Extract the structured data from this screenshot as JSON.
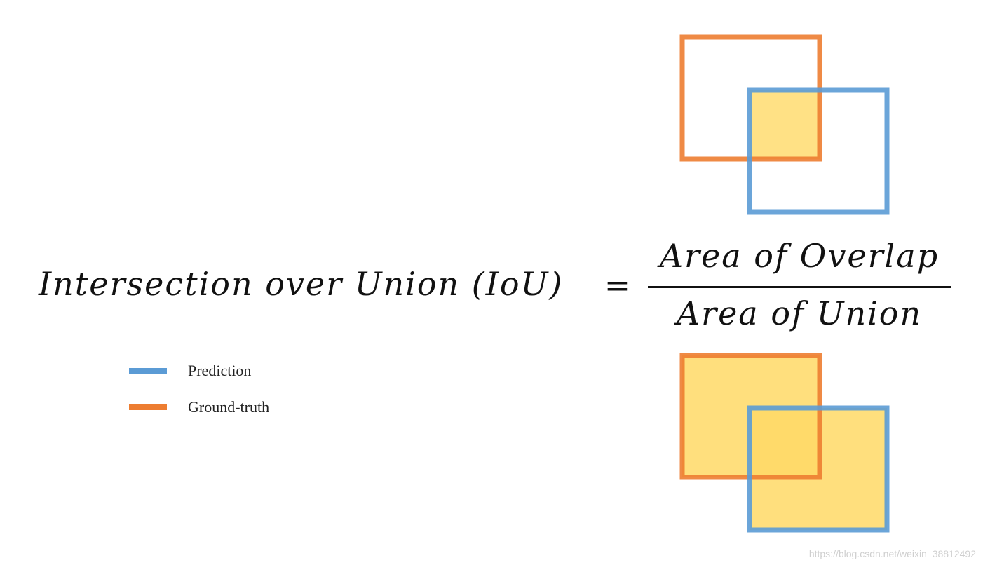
{
  "formula": {
    "left": "Intersection over Union (IoU)",
    "equals": "=",
    "numerator": "Area of Overlap",
    "denominator": "Area of Union"
  },
  "legend": {
    "items": [
      {
        "label": "Prediction",
        "color": "#5b9bd5"
      },
      {
        "label": "Ground-truth",
        "color": "#ed7d31"
      }
    ]
  },
  "colors": {
    "prediction": "#5b9bd5",
    "ground_truth": "#ed7d31",
    "fill": "#ffd966"
  },
  "watermark": "https://blog.csdn.net/weixin_38812492"
}
